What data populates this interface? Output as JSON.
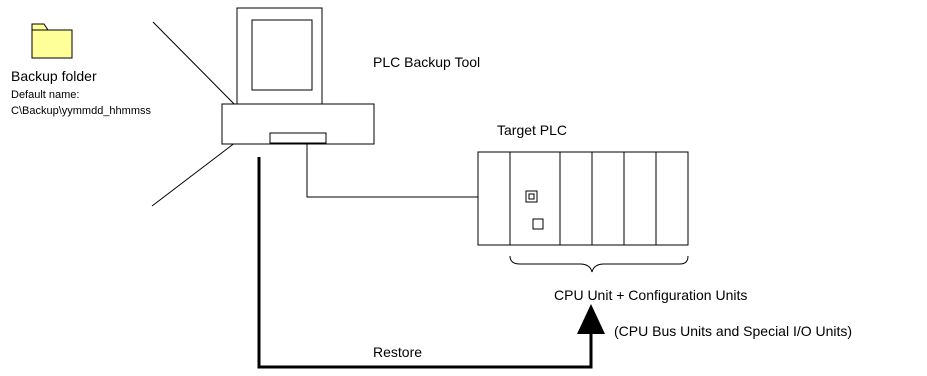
{
  "backup_folder": {
    "title": "Backup folder",
    "default_name_label": "Default name:",
    "default_path": "C\\Backup\\yymmdd_hhmmss",
    "folder_color": "#FFFF99"
  },
  "pc": {
    "label": "PLC Backup Tool"
  },
  "plc": {
    "label": "Target PLC",
    "units_label": "CPU Unit + Configuration Units",
    "units_note": "(CPU Bus Units and Special I/O Units)"
  },
  "restore": {
    "label": "Restore"
  }
}
